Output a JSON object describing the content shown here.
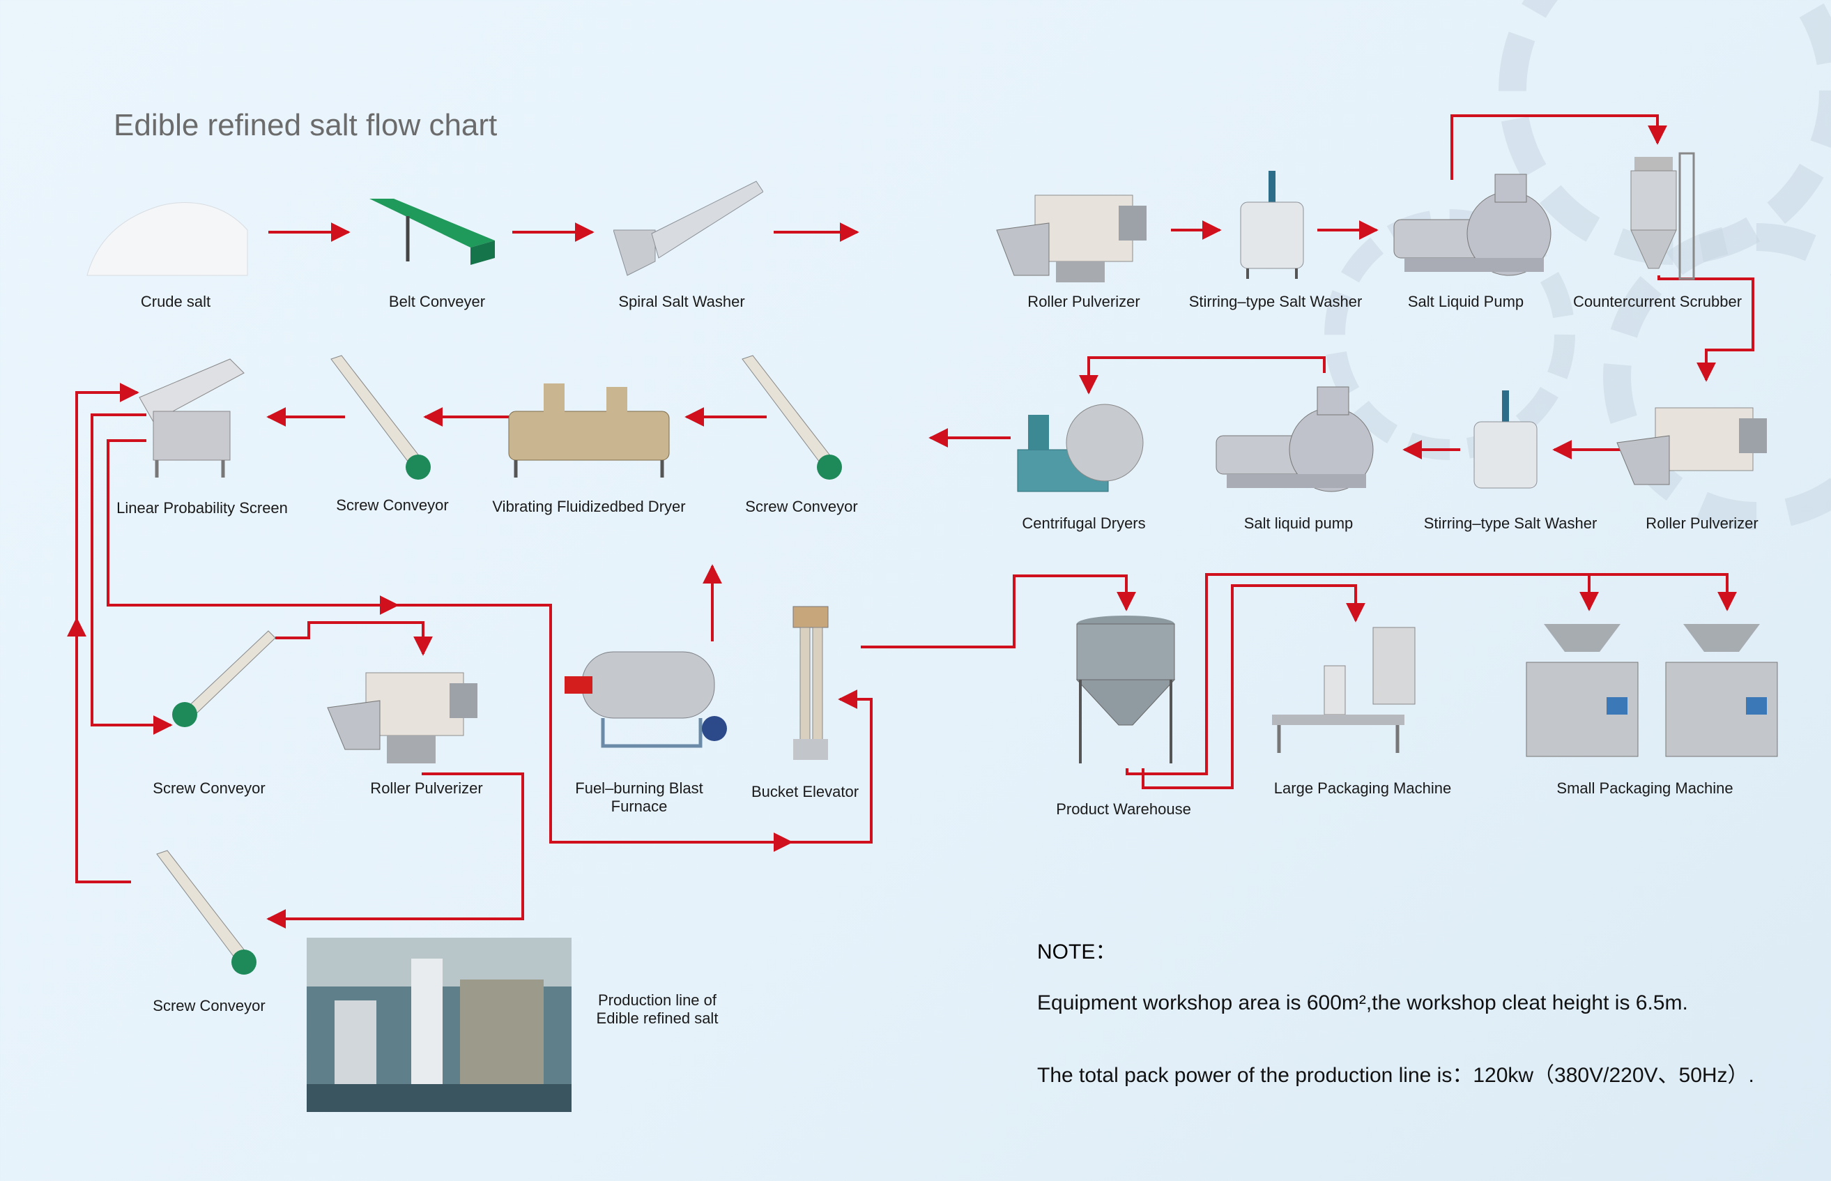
{
  "title": "Edible refined salt flow chart",
  "labels": {
    "crude_salt": "Crude salt",
    "belt_conveyor": "Belt Conveyer",
    "spiral_salt_washer": "Spiral Salt Washer",
    "roller_pulverizer_1": "Roller Pulverizer",
    "stirring_salt_washer_1": "Stirring–type Salt Washer",
    "salt_liquid_pump_1": "Salt Liquid Pump",
    "countercurrent_scrubber": "Countercurrent Scrubber",
    "linear_probability_screen": "Linear Probability Screen",
    "screw_conveyor_1": "Screw Conveyor",
    "vibrating_dryer": "Vibrating Fluidizedbed Dryer",
    "screw_conveyor_2": "Screw Conveyor",
    "centrifugal_dryers": "Centrifugal Dryers",
    "salt_liquid_pump_2": "Salt liquid pump",
    "stirring_salt_washer_2": "Stirring–type Salt Washer",
    "roller_pulverizer_2": "Roller Pulverizer",
    "screw_conveyor_3": "Screw Conveyor",
    "roller_pulverizer_3": "Roller Pulverizer",
    "blast_furnace": "Fuel–burning Blast Furnace",
    "bucket_elevator": "Bucket Elevator",
    "product_warehouse": "Product Warehouse",
    "large_packaging": "Large Packaging Machine",
    "small_packaging": "Small Packaging Machine",
    "screw_conveyor_4": "Screw Conveyor",
    "production_line": "Production line of Edible refined salt"
  },
  "note": {
    "heading": "NOTE：",
    "line1": "Equipment workshop area is 600m²,the workshop cleat height is 6.5m.",
    "line2": "The total pack power of the production line is：120kw（380V/220V、50Hz）."
  },
  "colors": {
    "arrow": "#d0101c",
    "machine": "#c9cdd2",
    "accent_green": "#1e8a5a"
  }
}
